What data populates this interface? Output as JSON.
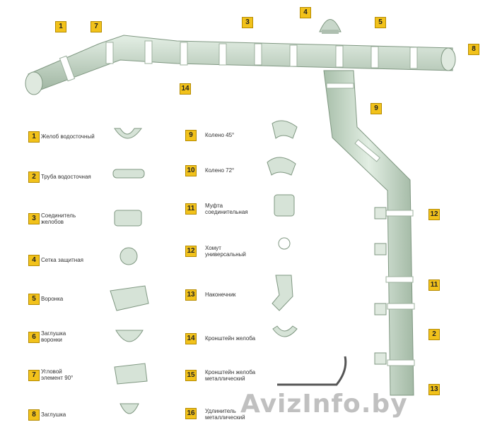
{
  "callouts": [
    "1",
    "7",
    "3",
    "4",
    "5",
    "8",
    "14",
    "9",
    "12",
    "11",
    "2",
    "13"
  ],
  "legend": [
    {
      "num": "1",
      "text": "Желоб водосточный",
      "icon": "gutter-icon"
    },
    {
      "num": "2",
      "text": "Труба водосточная",
      "icon": "pipe-icon"
    },
    {
      "num": "3",
      "text": "Соединитель желобов",
      "icon": "connector-icon"
    },
    {
      "num": "4",
      "text": "Сетка защитная",
      "icon": "mesh-icon"
    },
    {
      "num": "5",
      "text": "Воронка",
      "icon": "funnel-icon"
    },
    {
      "num": "6",
      "text": "Заглушка воронки",
      "icon": "funnel-cap-icon"
    },
    {
      "num": "7",
      "text": "Угловой элемент 90°",
      "icon": "corner-icon"
    },
    {
      "num": "8",
      "text": "Заглушка",
      "icon": "end-cap-icon"
    },
    {
      "num": "9",
      "text": "Колено 45°",
      "icon": "elbow45-icon"
    },
    {
      "num": "10",
      "text": "Колено 72°",
      "icon": "elbow72-icon"
    },
    {
      "num": "11",
      "text": "Муфта соединительная",
      "icon": "coupling-icon"
    },
    {
      "num": "12",
      "text": "Хомут универсальный",
      "icon": "clamp-icon"
    },
    {
      "num": "13",
      "text": "Наконечник",
      "icon": "outlet-icon"
    },
    {
      "num": "14",
      "text": "Кронштейн желоба",
      "icon": "bracket-icon"
    },
    {
      "num": "15",
      "text": "Кронштейн желоба металлический",
      "icon": "metal-bracket-icon"
    },
    {
      "num": "16",
      "text": "Удлинитель металлический",
      "icon": "extender-icon"
    }
  ],
  "watermark": "AvizInfo.by",
  "colors": {
    "pipe": "#c9dccb",
    "pipe_dark": "#8aa08c",
    "tag": "#f2c21b"
  }
}
